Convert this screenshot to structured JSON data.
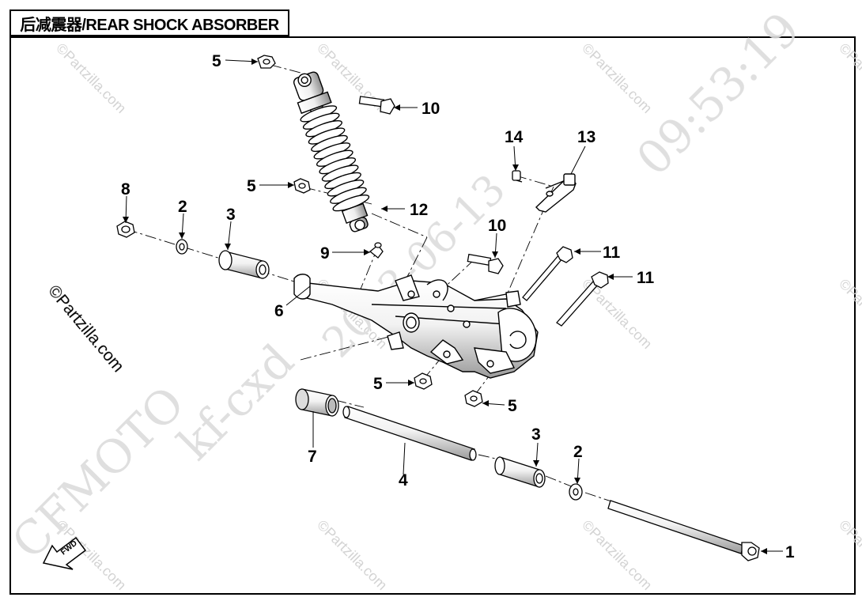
{
  "title": "后减震器/REAR SHOCK ABSORBER",
  "callouts": [
    {
      "id": "c5a",
      "label": "5"
    },
    {
      "id": "c10a",
      "label": "10"
    },
    {
      "id": "c14",
      "label": "14"
    },
    {
      "id": "c13",
      "label": "13"
    },
    {
      "id": "c5b",
      "label": "5"
    },
    {
      "id": "c12",
      "label": "12"
    },
    {
      "id": "c8",
      "label": "8"
    },
    {
      "id": "c2a",
      "label": "2"
    },
    {
      "id": "c3a",
      "label": "3"
    },
    {
      "id": "c9",
      "label": "9"
    },
    {
      "id": "c10b",
      "label": "10"
    },
    {
      "id": "c11a",
      "label": "11"
    },
    {
      "id": "c11b",
      "label": "11"
    },
    {
      "id": "c6",
      "label": "6"
    },
    {
      "id": "c5c",
      "label": "5"
    },
    {
      "id": "c5d",
      "label": "5"
    },
    {
      "id": "c7",
      "label": "7"
    },
    {
      "id": "c4",
      "label": "4"
    },
    {
      "id": "c3b",
      "label": "3"
    },
    {
      "id": "c2b",
      "label": "2"
    },
    {
      "id": "c1",
      "label": "1"
    }
  ],
  "fwd_label": "FWD",
  "watermarks": {
    "partzilla": "©Partzilla.com",
    "brand": "CFMOTO",
    "code": "kf-cxd",
    "date": "2023-06-13",
    "time": "09:53:19"
  }
}
